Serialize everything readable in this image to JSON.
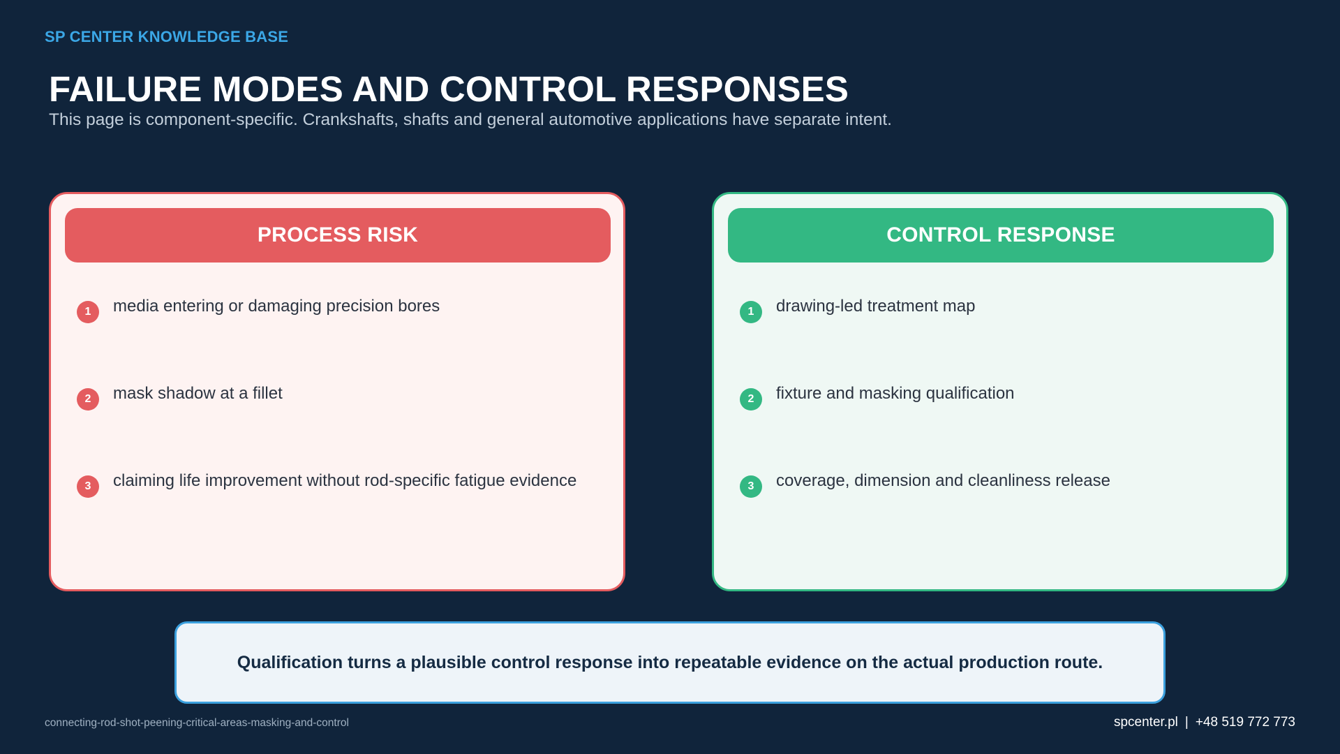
{
  "header": {
    "kicker": "SP CENTER KNOWLEDGE BASE",
    "title": "FAILURE MODES AND CONTROL RESPONSES",
    "subtitle": "This page is component-specific. Crankshafts, shafts and general automotive applications have separate intent."
  },
  "risk_card": {
    "heading": "PROCESS RISK",
    "accent_color": "#e45c5f",
    "items": [
      {
        "number": "1",
        "text": "media entering or damaging precision bores"
      },
      {
        "number": "2",
        "text": "mask shadow at a fillet"
      },
      {
        "number": "3",
        "text": "claiming life improvement without rod-specific fatigue evidence"
      }
    ]
  },
  "control_card": {
    "heading": "CONTROL RESPONSE",
    "accent_color": "#33b883",
    "items": [
      {
        "number": "1",
        "text": "drawing-led treatment map"
      },
      {
        "number": "2",
        "text": "fixture and masking qualification"
      },
      {
        "number": "3",
        "text": "coverage, dimension and cleanliness release"
      }
    ]
  },
  "note": {
    "text": "Qualification turns a plausible control response into repeatable evidence on the actual production route."
  },
  "footer": {
    "slug": "connecting-rod-shot-peening-critical-areas-masking-and-control",
    "website": "spcenter.pl",
    "separator": "|",
    "phone": "+48 519 772 773"
  }
}
